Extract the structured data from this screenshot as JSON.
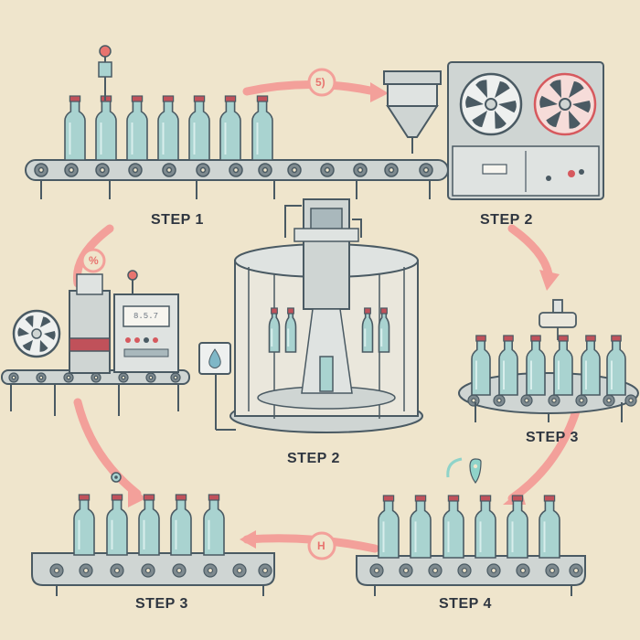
{
  "labels": {
    "step1_top": "STEP 1",
    "step2_top": "STEP 2",
    "step2_center": "STEP 2",
    "step3_right": "STEP 3",
    "step3_bottom": "STEP 3",
    "step4_bottom": "STEP 4"
  },
  "arrow_badges": {
    "top": "5)",
    "left": "%",
    "bottom": "H"
  },
  "control_panel": {
    "display": "8.5.7"
  },
  "colors": {
    "background": "#efe5cc",
    "bottle": "#a9d3d0",
    "bottle_outline": "#4a5a63",
    "cap": "#c0515a",
    "arrow": "#f3a09a",
    "machine": "#cfd5d3",
    "belt": "#9aa3a6"
  },
  "icons": [
    "gear-icon",
    "fan-icon",
    "droplet-icon",
    "location-pin-icon"
  ]
}
